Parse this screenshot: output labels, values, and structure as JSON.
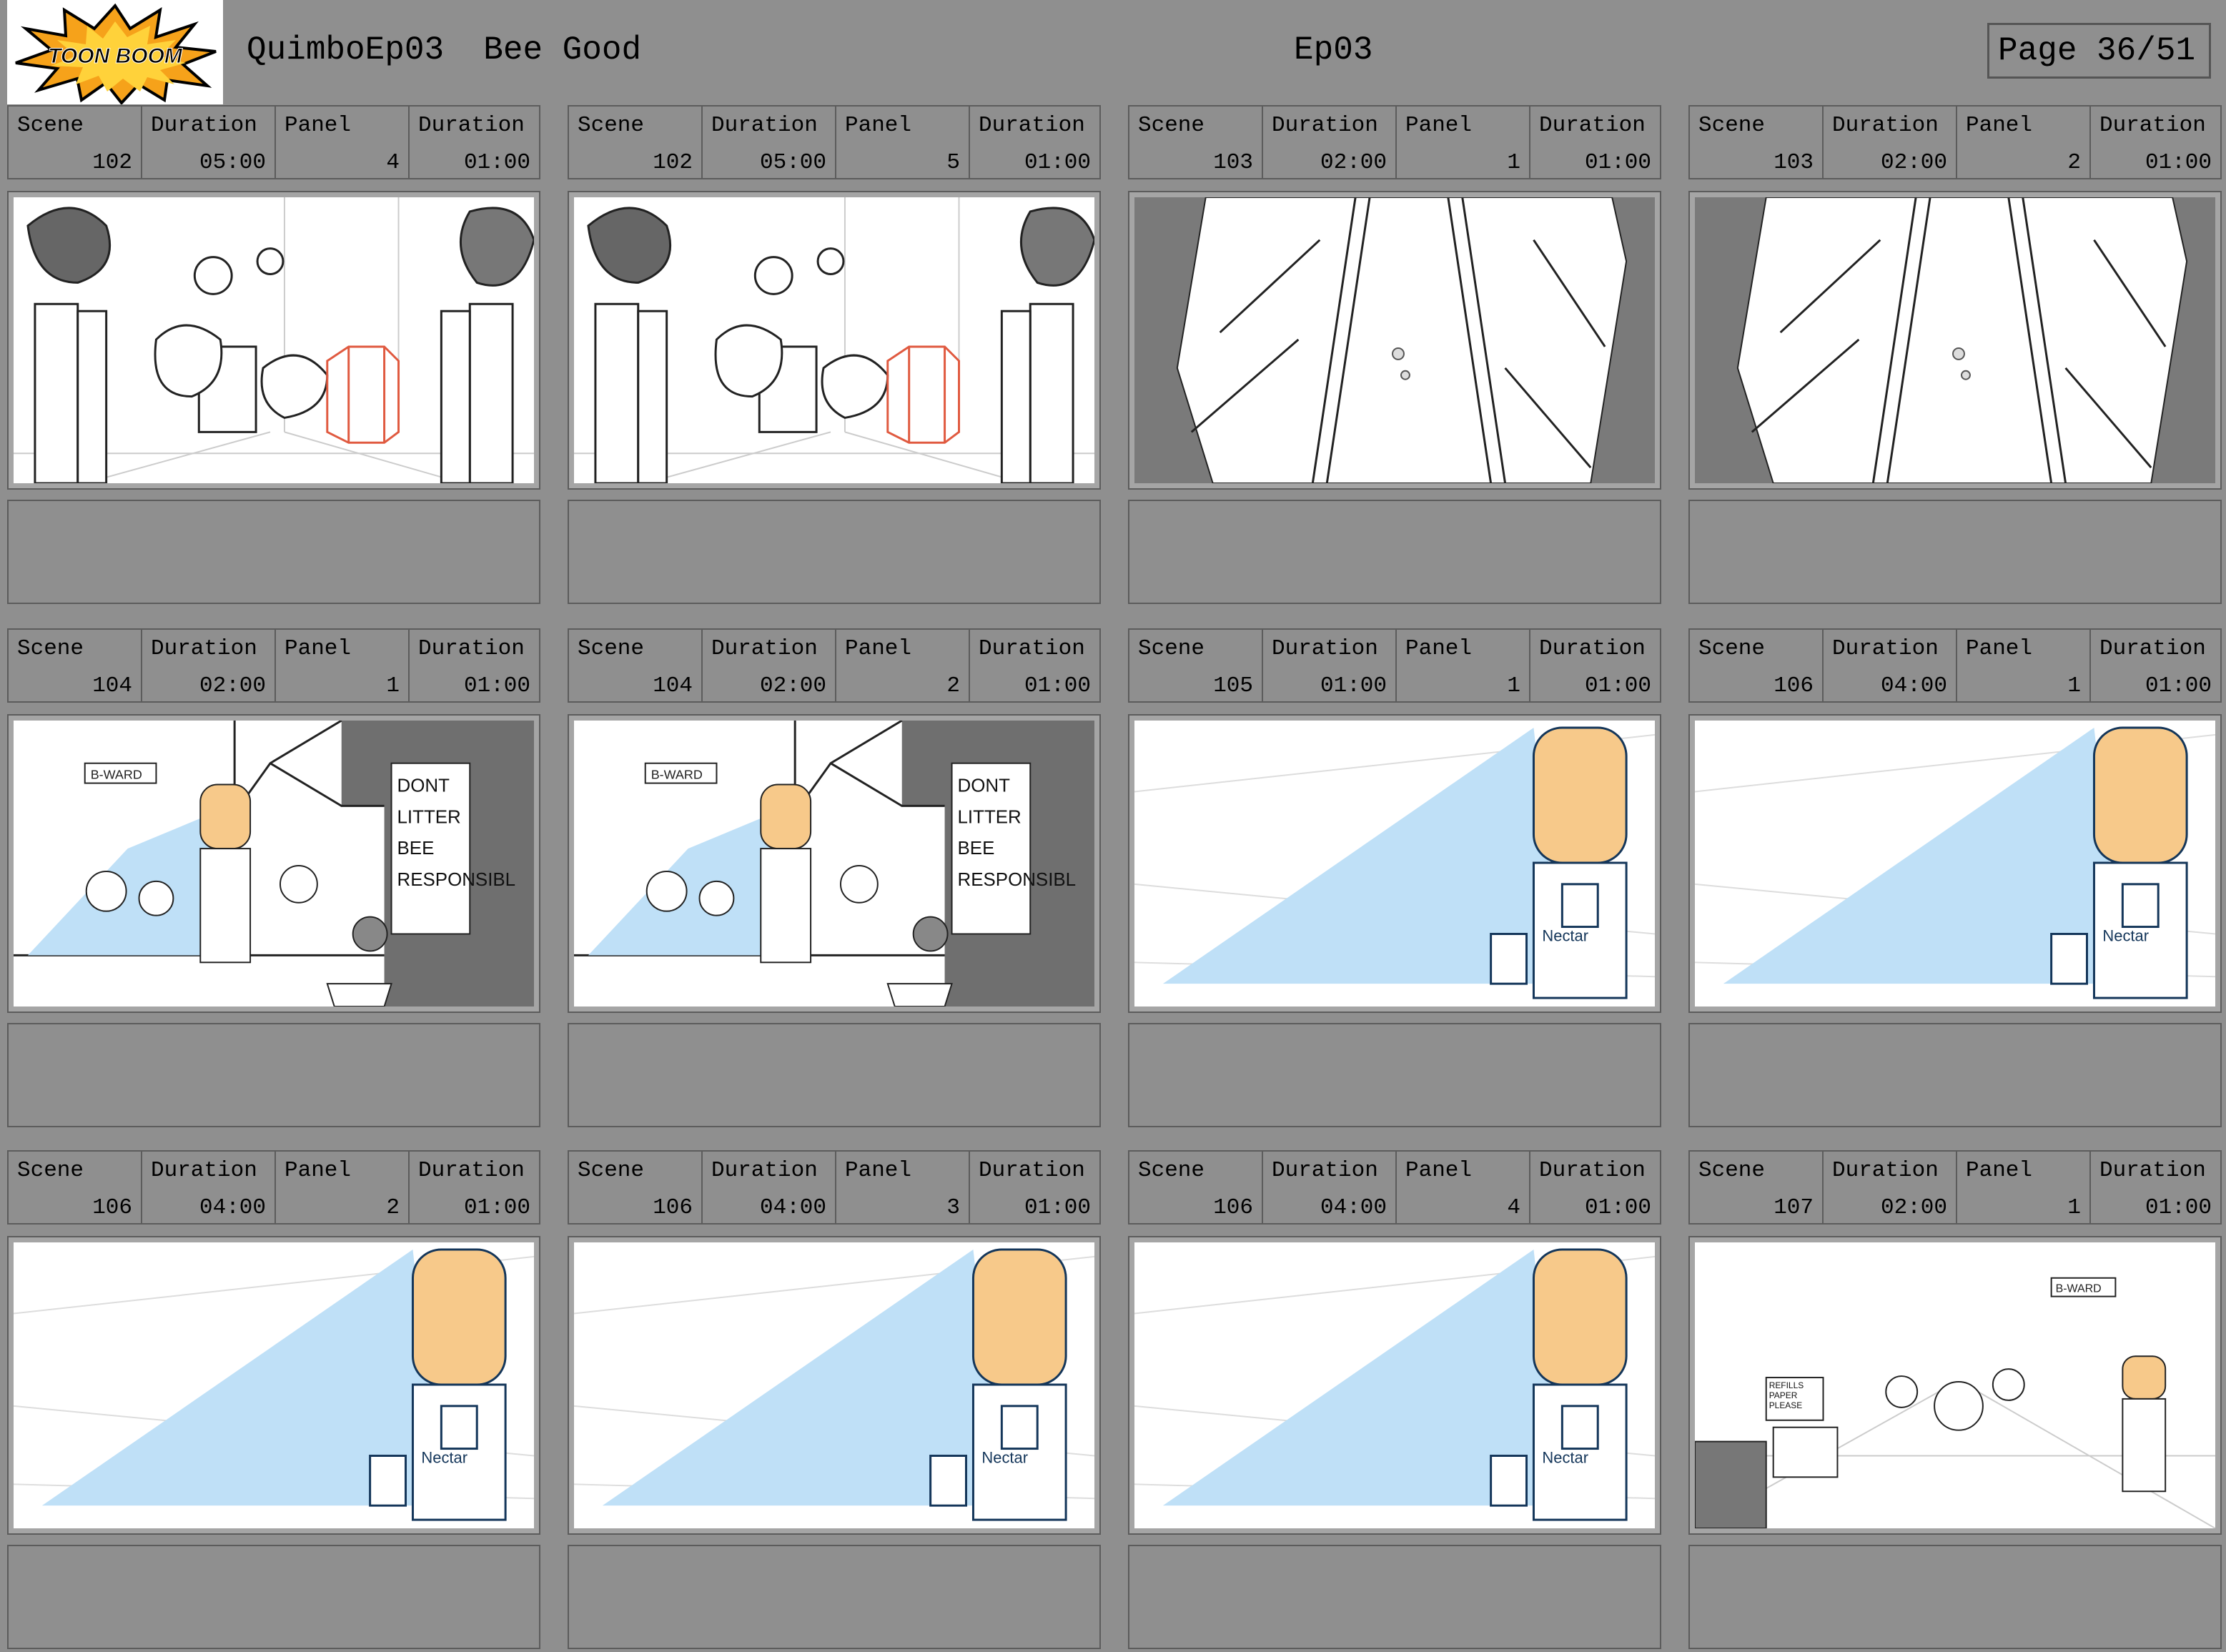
{
  "header": {
    "logo_text": "TOON BOOM",
    "project": "QuimboEp03  Bee Good",
    "episode": "Ep03",
    "page": "Page 36/51"
  },
  "labels": {
    "scene": "Scene",
    "duration": "Duration",
    "panel": "Panel"
  },
  "panels": [
    {
      "scene": "102",
      "scene_duration": "05:00",
      "panel": "4",
      "panel_duration": "01:00",
      "drawing": "crowd-office-sketch"
    },
    {
      "scene": "102",
      "scene_duration": "05:00",
      "panel": "5",
      "panel_duration": "01:00",
      "drawing": "crowd-office-sketch"
    },
    {
      "scene": "103",
      "scene_duration": "02:00",
      "panel": "1",
      "panel_duration": "01:00",
      "drawing": "hexagon-shaft-sketch"
    },
    {
      "scene": "103",
      "scene_duration": "02:00",
      "panel": "2",
      "panel_duration": "01:00",
      "drawing": "hexagon-shaft-sketch"
    },
    {
      "scene": "104",
      "scene_duration": "02:00",
      "panel": "1",
      "panel_duration": "01:00",
      "drawing": "water-cooler-wide-sketch",
      "sign": "B-WARD",
      "poster": [
        "DONT",
        "LITTER",
        "BEE",
        "RESPONSIBL"
      ]
    },
    {
      "scene": "104",
      "scene_duration": "02:00",
      "panel": "2",
      "panel_duration": "01:00",
      "drawing": "water-cooler-wide-sketch",
      "sign": "B-WARD",
      "poster": [
        "DONT",
        "LITTER",
        "BEE",
        "RESPONSIBL"
      ]
    },
    {
      "scene": "105",
      "scene_duration": "01:00",
      "panel": "1",
      "panel_duration": "01:00",
      "drawing": "water-cooler-closeup-sketch",
      "cooler_label": "Nectar"
    },
    {
      "scene": "106",
      "scene_duration": "04:00",
      "panel": "1",
      "panel_duration": "01:00",
      "drawing": "water-cooler-closeup-sketch",
      "cooler_label": "Nectar"
    },
    {
      "scene": "106",
      "scene_duration": "04:00",
      "panel": "2",
      "panel_duration": "01:00",
      "drawing": "water-cooler-closeup-sketch",
      "cooler_label": "Nectar"
    },
    {
      "scene": "106",
      "scene_duration": "04:00",
      "panel": "3",
      "panel_duration": "01:00",
      "drawing": "water-cooler-closeup-sketch",
      "cooler_label": "Nectar"
    },
    {
      "scene": "106",
      "scene_duration": "04:00",
      "panel": "4",
      "panel_duration": "01:00",
      "drawing": "water-cooler-closeup-sketch",
      "cooler_label": "Nectar"
    },
    {
      "scene": "107",
      "scene_duration": "02:00",
      "panel": "1",
      "panel_duration": "01:00",
      "drawing": "office-wide-sketch",
      "sign": "B-WARD",
      "poster": [
        "REFILLS",
        "PAPER",
        "PLEASE"
      ]
    }
  ]
}
